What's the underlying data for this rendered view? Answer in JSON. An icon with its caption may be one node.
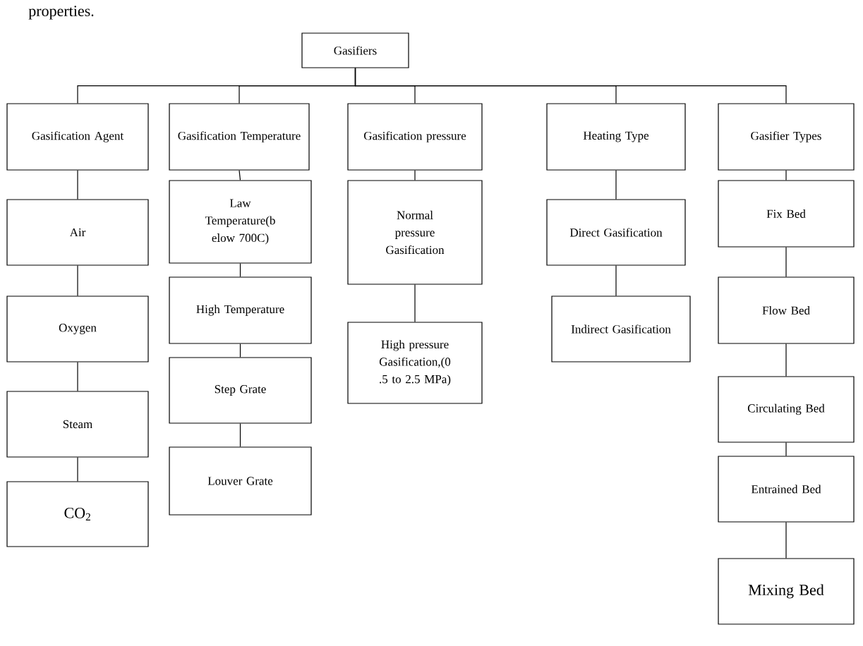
{
  "diagram": {
    "nodes": [
      {
        "text": [
          "Gasifiers"
        ]
      },
      {
        "text": [
          "Gasification Agent"
        ]
      },
      {
        "text": [
          "Gasification Temperature"
        ]
      },
      {
        "text": [
          "Gasification pressure"
        ]
      },
      {
        "text": [
          "Heating Type"
        ]
      },
      {
        "text": [
          "Gasifier Types"
        ]
      },
      {
        "text": [
          "Air"
        ]
      },
      {
        "text": [
          "Oxygen"
        ]
      },
      {
        "text": [
          "Steam"
        ]
      },
      {
        "text": [
          "CO$_{2}$"
        ]
      },
      {
        "text": [
          "Law Temperature(b elow 700C)"
        ]
      },
      {
        "text": [
          "High Temperature"
        ]
      },
      {
        "text": [
          "Step Grate"
        ]
      },
      {
        "text": [
          "Louver Grate"
        ]
      },
      {
        "text": [
          "Normal pressure Gasification"
        ]
      },
      {
        "text": [
          "High pressure Gasification,(0 .5 to 2.5 MPa)"
        ]
      },
      {
        "text": [
          "Direct Gasification"
        ]
      },
      {
        "text": [
          "Indirect Gasification"
        ]
      },
      {
        "text": [
          "Fix Bed"
        ]
      },
      {
        "text": [
          "Flow Bed"
        ]
      },
      {
        "text": [
          "Circulating Bed"
        ]
      },
      {
        "text": [
          "Entrained Bed"
        ]
      },
      {
        "text": [
          "Mixing Bed"
        ]
      }
    ],
    "edges": [
      {
        "from": 0,
        "to": 1,
        "arrow": "none"
      },
      {
        "from": 0,
        "to": 2,
        "arrow": "none"
      },
      {
        "from": 0,
        "to": 3,
        "arrow": "none"
      },
      {
        "from": 0,
        "to": 4,
        "arrow": "none"
      },
      {
        "from": 0,
        "to": 5,
        "arrow": "none"
      },
      {
        "from": 1,
        "to": 6,
        "arrow": "none"
      },
      {
        "from": 6,
        "to": 7,
        "arrow": "none"
      },
      {
        "from": 7,
        "to": 8,
        "arrow": "none"
      },
      {
        "from": 8,
        "to": 9,
        "arrow": "none"
      },
      {
        "from": 2,
        "to": 10,
        "arrow": "none"
      },
      {
        "from": 10,
        "to": 11,
        "arrow": "none"
      },
      {
        "from": 11,
        "to": 12,
        "arrow": "none"
      },
      {
        "from": 12,
        "to": 13,
        "arrow": "none"
      },
      {
        "from": 3,
        "to": 14,
        "arrow": "none"
      },
      {
        "from": 14,
        "to": 15,
        "arrow": "none"
      },
      {
        "from": 4,
        "to": 16,
        "arrow": "none"
      },
      {
        "from": 16,
        "to": 17,
        "arrow": "none"
      },
      {
        "from": 5,
        "to": 18,
        "arrow": "none"
      },
      {
        "from": 18,
        "to": 19,
        "arrow": "none"
      },
      {
        "from": 19,
        "to": 20,
        "arrow": "none"
      },
      {
        "from": 20,
        "to": 21,
        "arrow": "none"
      },
      {
        "from": 21,
        "to": 22,
        "arrow": "none"
      }
    ],
    "labels": [
      "properties."
    ]
  }
}
